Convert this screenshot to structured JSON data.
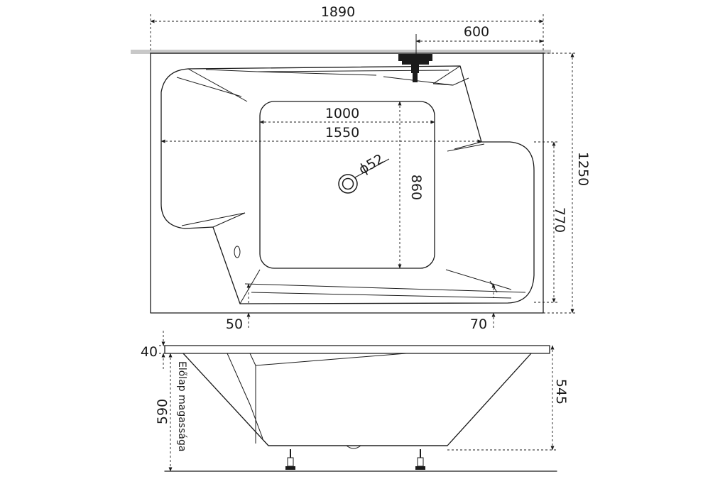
{
  "plan_view": {
    "dimensions": {
      "total_length": "1890",
      "faucet_offset": "600",
      "floor_length": "1000",
      "inner_length": "1550",
      "drain_diameter": "ϕ52",
      "floor_width": "860",
      "total_width": "1250",
      "seat_width": "770",
      "left_rim_offset": "50",
      "right_rim_offset": "70"
    }
  },
  "side_view": {
    "dimensions": {
      "rim_thickness": "40",
      "front_panel_height": "590",
      "inner_depth": "545"
    },
    "front_panel_label": "Előlap magassága"
  },
  "colors": {
    "line": "#1a1a1a",
    "wall": "#c8c8c8",
    "fixture": "#1a1a1a"
  }
}
